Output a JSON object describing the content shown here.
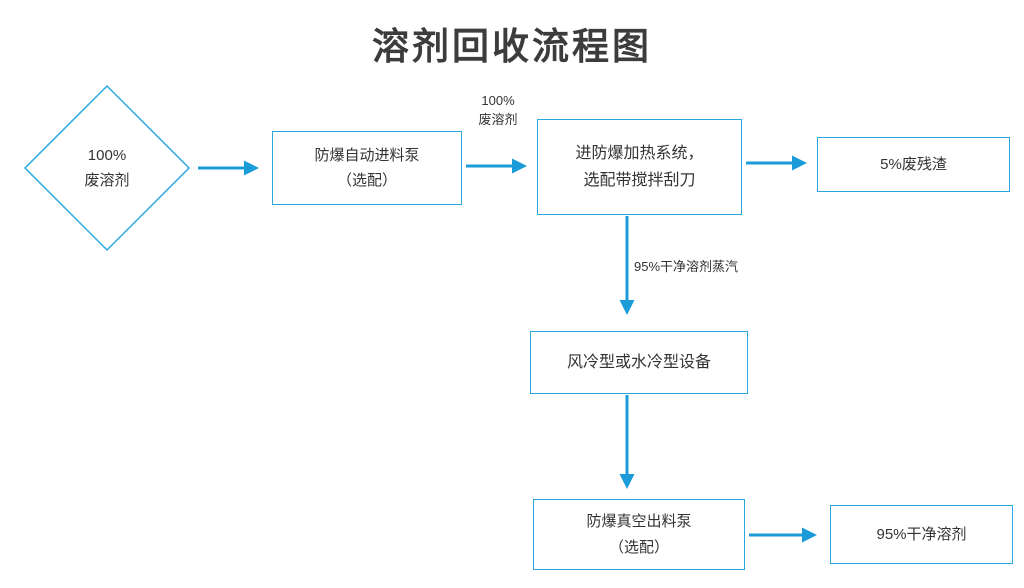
{
  "title": "溶剂回收流程图",
  "colors": {
    "node_border": "#2aa7df",
    "arrow": "#1b9cd8",
    "text": "#333333"
  },
  "nodes": {
    "waste_solvent": {
      "label": "100%\n废溶剂"
    },
    "feed_pump": {
      "label": "防爆自动进料泵\n（选配）"
    },
    "heating_system": {
      "label": "进防爆加热系统，\n选配带搅拌刮刀"
    },
    "residue": {
      "label": "5%废残渣"
    },
    "condenser": {
      "label": "风冷型或水冷型设备"
    },
    "discharge_pump": {
      "label": "防爆真空出料泵\n（选配）"
    },
    "clean_solvent": {
      "label": "95%干净溶剂"
    }
  },
  "edge_labels": {
    "pump_to_heating": "100%\n废溶剂",
    "vapor": "95%干净溶剂蒸汽"
  }
}
